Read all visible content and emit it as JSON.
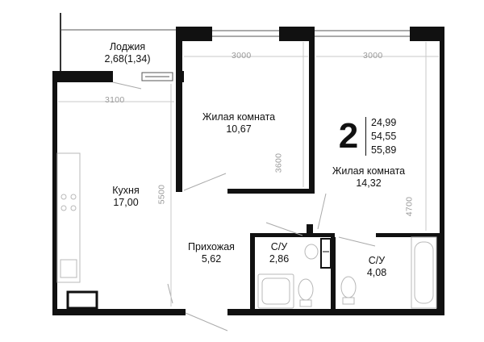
{
  "rooms": {
    "loggia": {
      "name": "Лоджия",
      "area": "2,68(1,34)"
    },
    "kitchen": {
      "name": "Кухня",
      "area": "17,00"
    },
    "living1": {
      "name": "Жилая комната",
      "area": "10,67"
    },
    "living2": {
      "name": "Жилая комната",
      "area": "14,32"
    },
    "hall": {
      "name": "Прихожая",
      "area": "5,62"
    },
    "bath1": {
      "name": "С/У",
      "area": "2,86"
    },
    "bath2": {
      "name": "С/У",
      "area": "4,08"
    }
  },
  "dimensions": {
    "living1_width": "3000",
    "living2_width": "3000",
    "kitchen_width": "3100",
    "kitchen_length": "5500",
    "living1_length": "3600",
    "living2_length": "4700"
  },
  "apartment": {
    "rooms_count": "2",
    "area_living": "24,99",
    "area_total": "54,55",
    "area_with_loggia": "55,89"
  },
  "colors": {
    "wall": "#111111",
    "fixture": "#b8b8b8",
    "dim_line": "#c8c8c8",
    "dim_text": "#9a9a9a"
  }
}
